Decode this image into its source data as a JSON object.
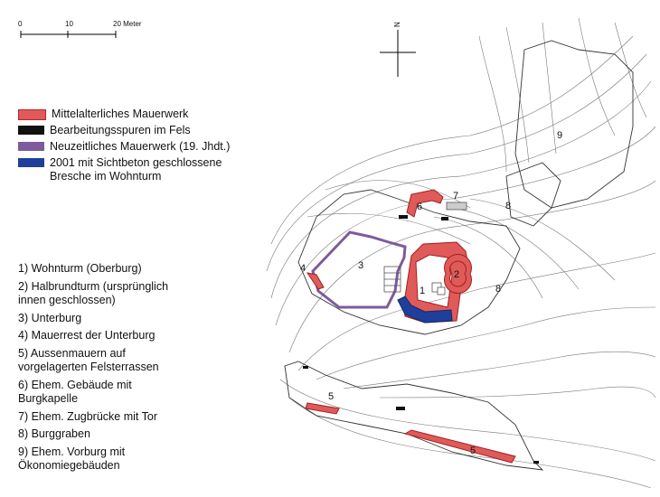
{
  "scale": {
    "labels": [
      "0",
      "10",
      "20 Meter"
    ]
  },
  "north": "N",
  "legend": [
    {
      "color": "#e05a5a",
      "label": "Mittelalterliches Mauerwerk"
    },
    {
      "color": "#111111",
      "label": "Bearbeitungsspuren im Fels"
    },
    {
      "color": "#7e5a9e",
      "label": "Neuzeitliches Mauerwerk (19. Jhdt.)"
    },
    {
      "color": "#1f3f9a",
      "label": "2001 mit Sichtbeton geschlossene\nBresche im Wohnturm"
    }
  ],
  "key": [
    "1) Wohnturm (Oberburg)",
    "2) Halbrundturm (ursprünglich\ninnen geschlossen)",
    "3) Unterburg",
    "4) Mauerrest der Unterburg",
    "5) Aussenmauern auf\nvorgelagerten Felsterrassen",
    "6) Ehem. Gebäude mit\nBurgkapelle",
    "7) Ehem. Zugbrücke mit Tor",
    "8) Burggraben",
    "9) Ehem. Vorburg mit\nÖkonomiegebäuden"
  ],
  "map_labels": [
    "1",
    "2",
    "3",
    "4",
    "5",
    "5",
    "6",
    "7",
    "8",
    "8",
    "9"
  ]
}
